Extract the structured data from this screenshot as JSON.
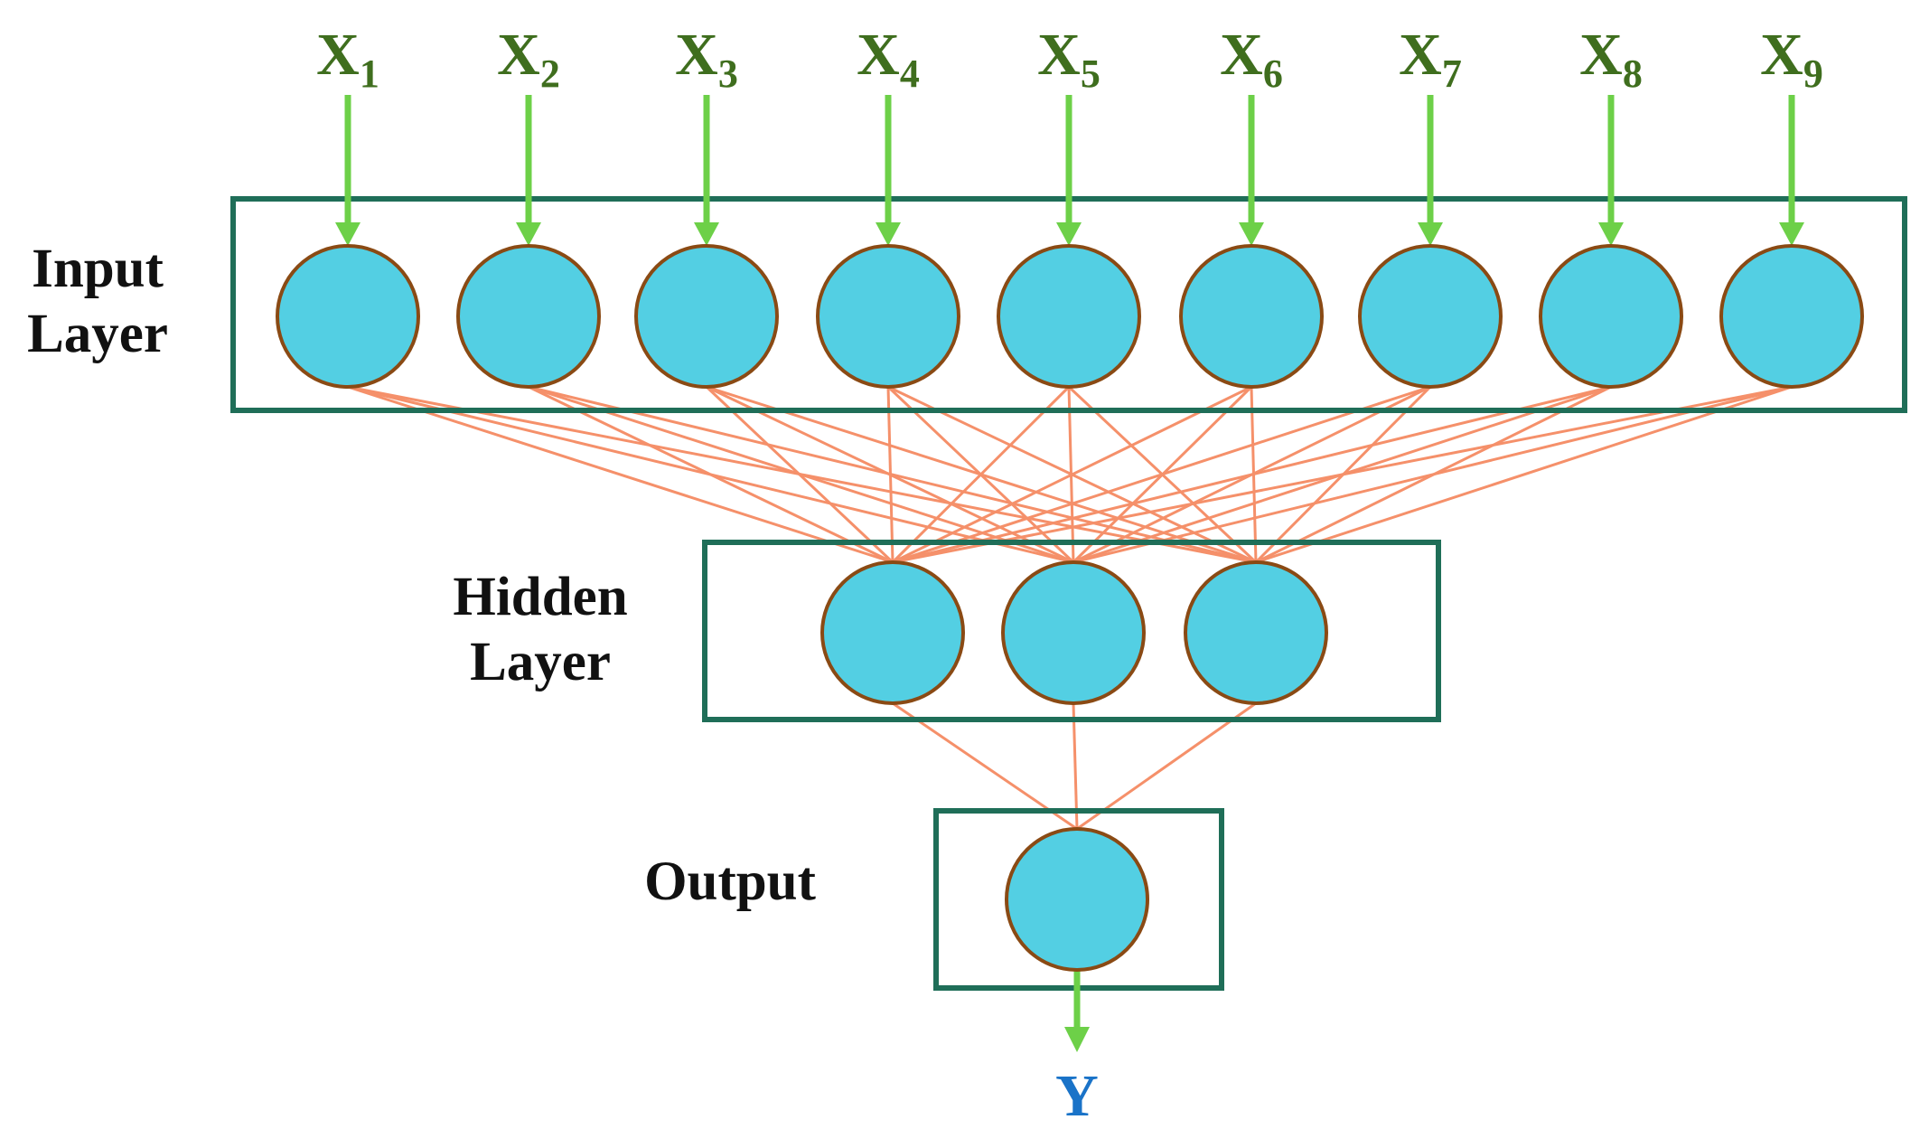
{
  "inputs": [
    {
      "base": "X",
      "sub": "1"
    },
    {
      "base": "X",
      "sub": "2"
    },
    {
      "base": "X",
      "sub": "3"
    },
    {
      "base": "X",
      "sub": "4"
    },
    {
      "base": "X",
      "sub": "5"
    },
    {
      "base": "X",
      "sub": "6"
    },
    {
      "base": "X",
      "sub": "7"
    },
    {
      "base": "X",
      "sub": "8"
    },
    {
      "base": "X",
      "sub": "9"
    }
  ],
  "layers": {
    "input": {
      "line1": "Input",
      "line2": "Layer",
      "node_count": 9
    },
    "hidden": {
      "line1": "Hidden",
      "line2": "Layer",
      "node_count": 3
    },
    "output": {
      "label": "Output",
      "node_count": 1
    }
  },
  "output_symbol": "Y",
  "colors": {
    "node_fill": "#53cfe3",
    "node_stroke": "#8a4a14",
    "box_stroke": "#1f6e58",
    "edge": "#f5906a",
    "arrow": "#6dd048",
    "input_text": "#3f6e1e",
    "output_text": "#1a73c8",
    "label_text": "#111111"
  }
}
